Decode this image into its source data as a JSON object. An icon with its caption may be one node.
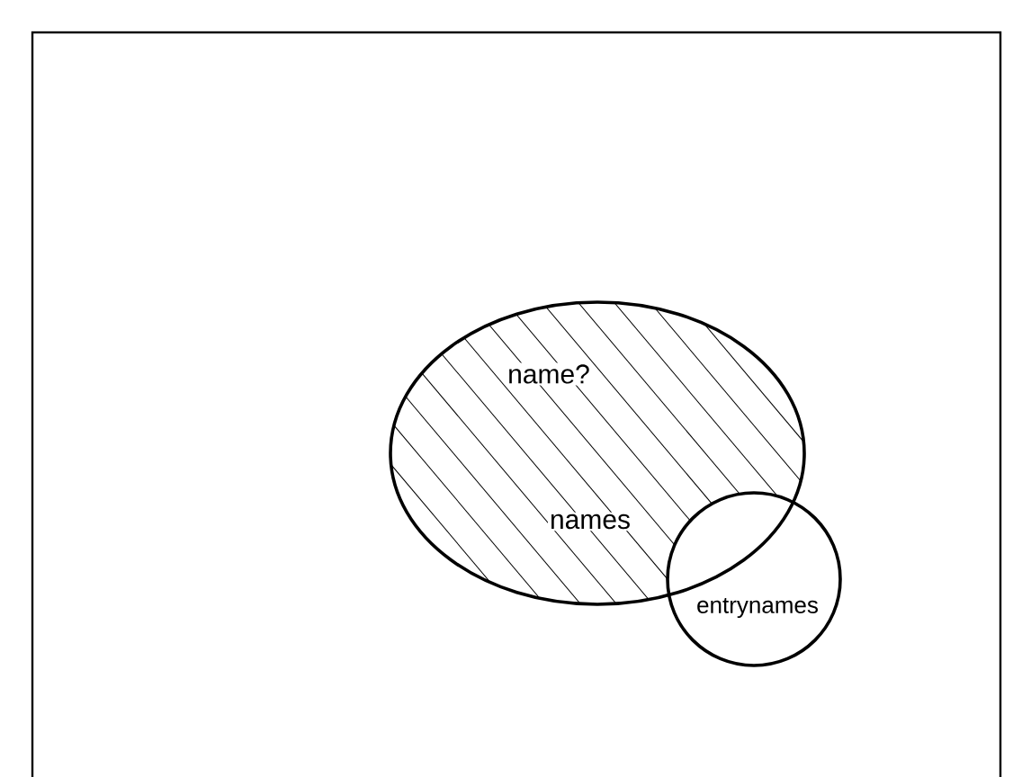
{
  "diagram": {
    "nodes": [
      {
        "text": [
          "name?"
        ]
      },
      {
        "text": [
          "entrynames"
        ]
      }
    ],
    "labels": [
      "names"
    ]
  }
}
